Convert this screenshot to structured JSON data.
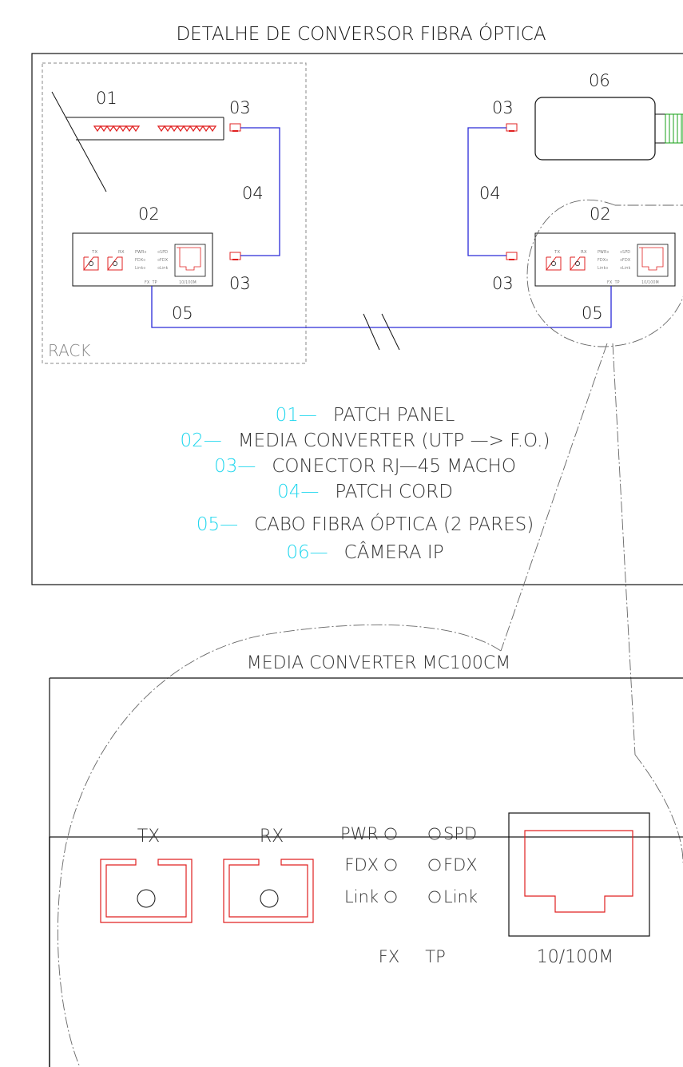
{
  "title": "DETALHE DE CONVERSOR FIBRA ÓPTICA",
  "rack_label": "RACK",
  "callouts": {
    "c01": "01",
    "c02_left": "02",
    "c02_right": "02",
    "c03_left_top": "03",
    "c03_left_bottom": "03",
    "c03_right_top": "03",
    "c03_right_bottom": "03",
    "c04_left": "04",
    "c04_right": "04",
    "c05_left": "05",
    "c05_right": "05",
    "c06": "06"
  },
  "legend": [
    {
      "num": "01—",
      "text": "PATCH PANEL"
    },
    {
      "num": "02—",
      "text": "MEDIA CONVERTER (UTP —> F.O.)"
    },
    {
      "num": "03—",
      "text": "CONECTOR RJ—45 MACHO"
    },
    {
      "num": "04—",
      "text": "PATCH CORD"
    },
    {
      "num": "05—",
      "text": "CABO FIBRA ÓPTICA (2 PARES)"
    },
    {
      "num": "06—",
      "text": "CÂMERA IP"
    }
  ],
  "converter": {
    "title": "MEDIA CONVERTER MC100CM",
    "tx": "TX",
    "rx": "RX",
    "pwr": "PWR",
    "fdx": "FDX",
    "link": "Link",
    "spd": "SPD",
    "fdx2": "FDX",
    "link2": "Link",
    "fx": "FX",
    "tp": "TP",
    "speed": "10/100M"
  },
  "colors": {
    "lines": "#111111",
    "fiber": "#2a2ad8",
    "connector": "#e02020",
    "legend_num": "#22d7ee",
    "lens": "#18a018"
  }
}
